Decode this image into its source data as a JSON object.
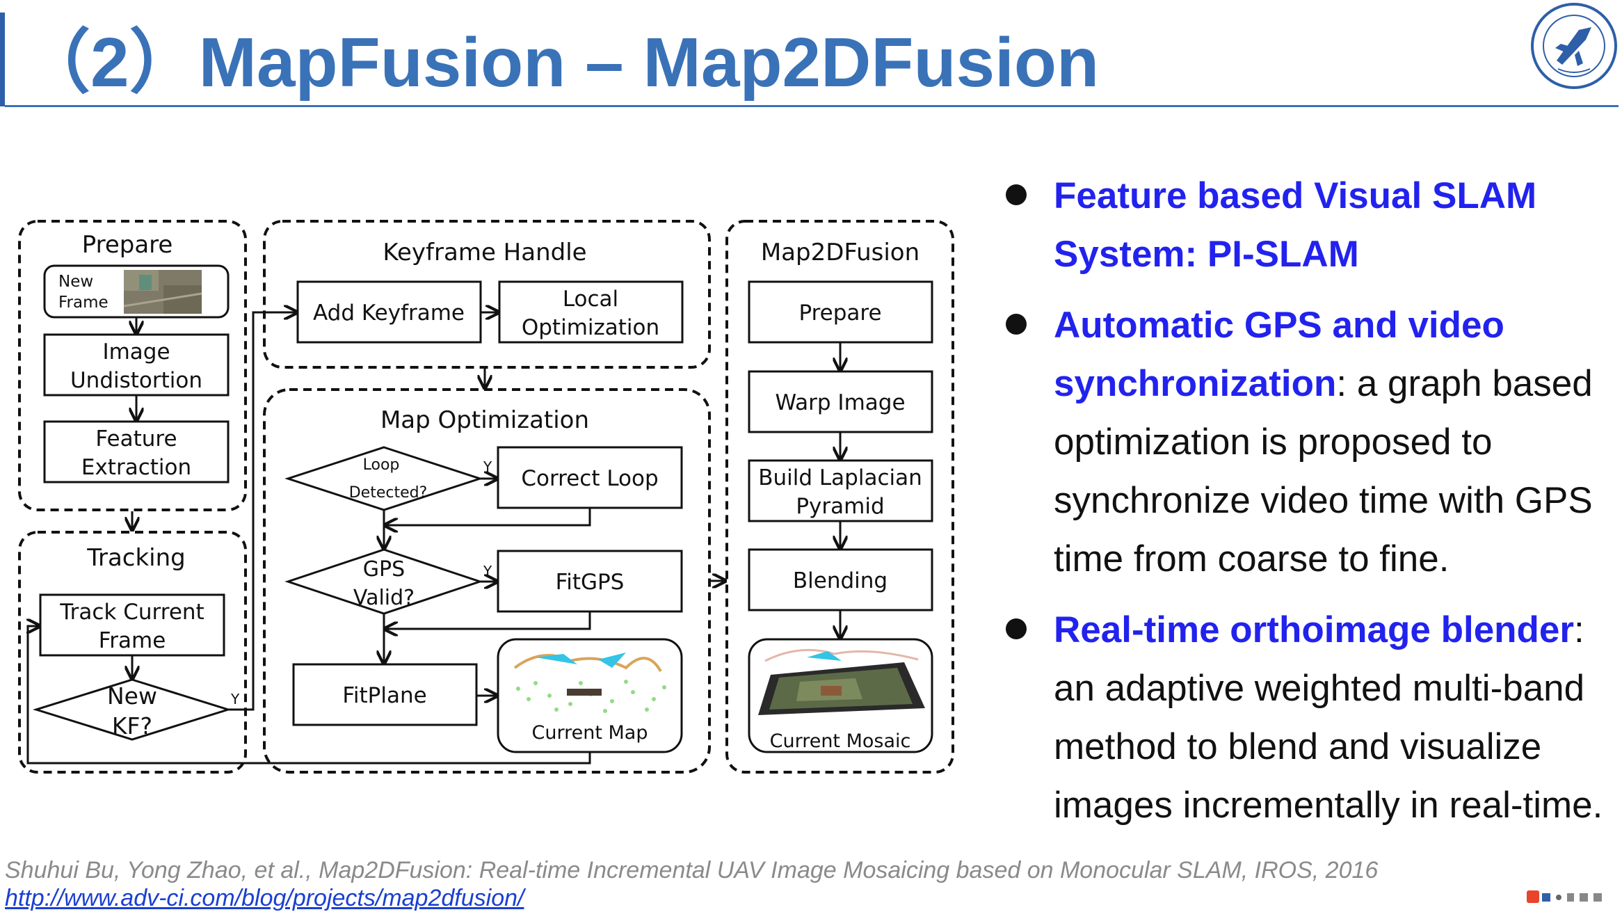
{
  "slide": {
    "title": "（2）MapFusion – Map2DFusion"
  },
  "diagram": {
    "prepare": {
      "title": "Prepare",
      "new_frame_line1": "New",
      "new_frame_line2": "Frame",
      "undistort_line1": "Image",
      "undistort_line2": "Undistortion",
      "feature_line1": "Feature",
      "feature_line2": "Extraction"
    },
    "tracking": {
      "title": "Tracking",
      "track_line1": "Track Current",
      "track_line2": "Frame",
      "newkf_line1": "New",
      "newkf_line2": "KF?",
      "yes": "Y"
    },
    "keyframe": {
      "title": "Keyframe Handle",
      "add": "Add Keyframe",
      "local_line1": "Local",
      "local_line2": "Optimization"
    },
    "mapopt": {
      "title": "Map Optimization",
      "loop_line1": "Loop",
      "loop_line2": "Detected?",
      "loop_yes": "Y",
      "correct": "Correct Loop",
      "gps_line1": "GPS",
      "gps_line2": "Valid?",
      "gps_yes": "Y",
      "fitgps": "FitGPS",
      "fitplane": "FitPlane",
      "current_map": "Current Map"
    },
    "map2d": {
      "title": "Map2DFusion",
      "prepare": "Prepare",
      "warp": "Warp Image",
      "lap_line1": "Build Laplacian",
      "lap_line2": "Pyramid",
      "blend": "Blending",
      "mosaic": "Current Mosaic"
    }
  },
  "bullets": [
    {
      "highlight": "Feature based Visual SLAM System: PI-SLAM",
      "text": ""
    },
    {
      "highlight": "Automatic GPS and video synchronization",
      "text": ": a graph based optimization is proposed to synchronize video time with GPS time from coarse to fine."
    },
    {
      "highlight": "Real-time orthoimage blender",
      "text": ": an adaptive weighted multi-band method to blend and visualize images incrementally in real-time."
    }
  ],
  "footer": {
    "citation": "Shuhui Bu, Yong Zhao, et al., Map2DFusion: Real-time Incremental UAV Image Mosaicing based on Monocular SLAM, IROS, 2016",
    "link": "http://www.adv-ci.com/blog/projects/map2dfusion/"
  },
  "colors": {
    "title": "#3a72b8",
    "highlight": "#2222ee"
  }
}
